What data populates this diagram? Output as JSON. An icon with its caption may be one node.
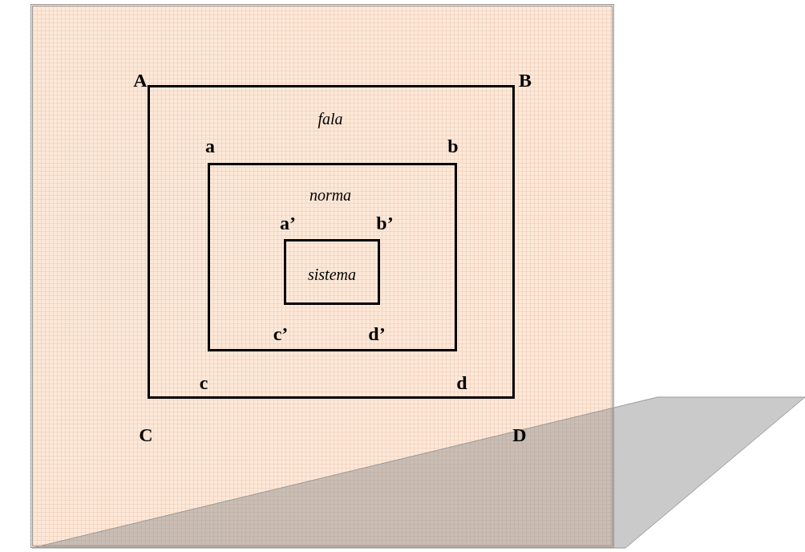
{
  "diagram": {
    "nodes": [
      {
        "text": [
          "fala"
        ]
      },
      {
        "text": [
          "norma"
        ],
        "in": 0
      },
      {
        "text": [
          "sistema"
        ],
        "in": 1
      }
    ],
    "labels": [
      "A",
      "B",
      "a",
      "b",
      "a’",
      "b’",
      "c’",
      "d’",
      "c",
      "d",
      "C",
      "D"
    ]
  }
}
